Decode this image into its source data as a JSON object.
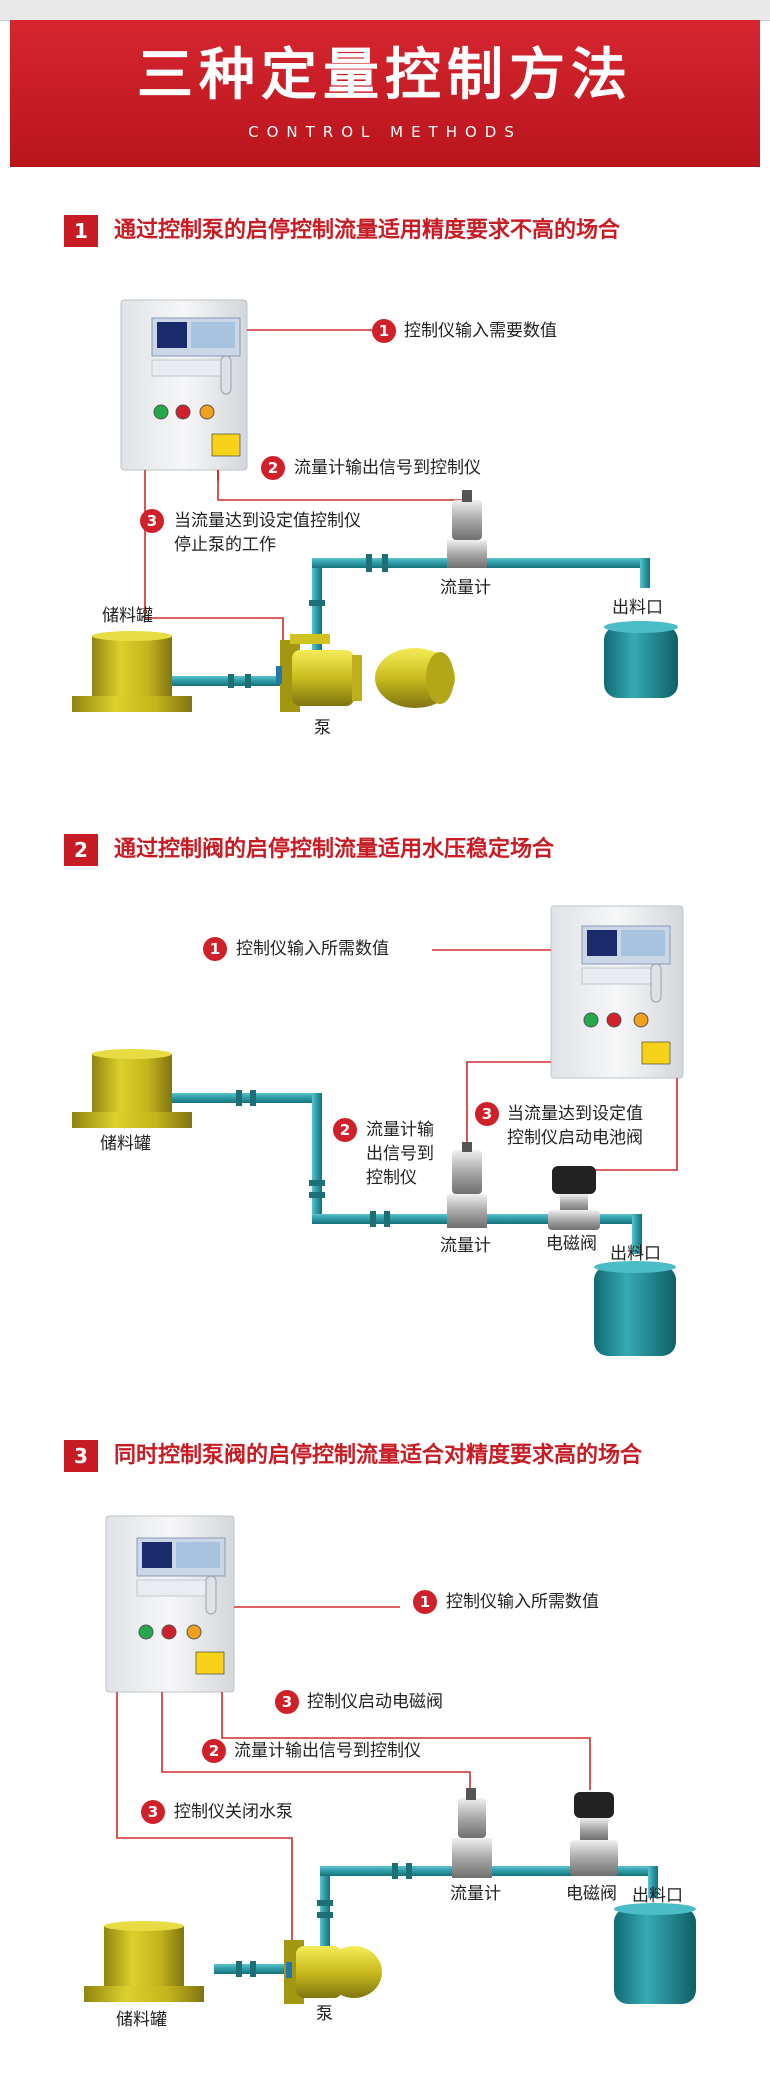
{
  "header": {
    "title": "三种定量控制方法",
    "subtitle": "CONTROL METHODS"
  },
  "colors": {
    "accent": "#c81c24",
    "pipe": "#2b9aa5",
    "tank": "#c7b51e",
    "outlet": "#1f8e98",
    "wire": "#d42b2b"
  },
  "sections": [
    {
      "number": "1",
      "title": "通过控制泵的启停控制流量适用精度要求不高的场合",
      "callouts": [
        {
          "num": "1",
          "text": "控制仪输入需要数值"
        },
        {
          "num": "2",
          "text": "流量计输出信号到控制仪"
        },
        {
          "num": "3",
          "text": "当流量达到设定值控制仪"
        }
      ],
      "callout3_line2": "停止泵的工作",
      "labels": {
        "tank": "储料罐",
        "flowmeter": "流量计",
        "outlet": "出料口",
        "pump": "泵"
      }
    },
    {
      "number": "2",
      "title": "通过控制阀的启停控制流量适用水压稳定场合",
      "callouts": [
        {
          "num": "1",
          "text": "控制仪输入所需数值"
        },
        {
          "num": "2",
          "text": "流量计输"
        },
        {
          "num": "3",
          "text": "当流量达到设定值"
        }
      ],
      "callout2_lines": [
        "出信号到",
        "控制仪"
      ],
      "callout3_line2": "控制仪启动电池阀",
      "labels": {
        "tank": "储料罐",
        "flowmeter": "流量计",
        "valve": "电磁阀",
        "outlet": "出料口"
      }
    },
    {
      "number": "3",
      "title": "同时控制泵阀的启停控制流量适合对精度要求高的场合",
      "callouts": [
        {
          "num": "1",
          "text": "控制仪输入所需数值"
        },
        {
          "num": "3",
          "text": "控制仪启动电磁阀"
        },
        {
          "num": "2",
          "text": "流量计输出信号到控制仪"
        },
        {
          "num": "3",
          "text": "控制仪关闭水泵"
        }
      ],
      "labels": {
        "tank": "储料罐",
        "flowmeter": "流量计",
        "valve": "电磁阀",
        "outlet": "出料口",
        "pump": "泵"
      }
    }
  ]
}
